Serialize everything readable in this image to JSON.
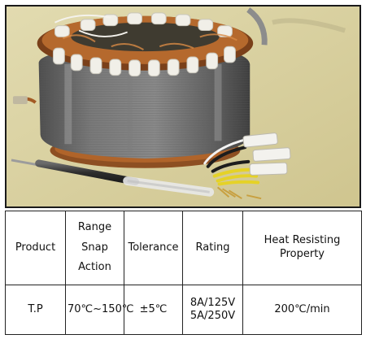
{
  "table": {
    "headers": {
      "product": "Product",
      "range_line1": "Range Snap",
      "range_line2": "Action",
      "tolerance": "Tolerance",
      "rating": "Rating",
      "heat_line1": "Heat Resisting",
      "heat_line2": "Property"
    },
    "row": {
      "product": "T.P",
      "range": "70℃~150℃",
      "tolerance": "±5℃",
      "rating_line1": "8A/125V",
      "rating_line2": "5A/250V",
      "heat": "200℃/min"
    }
  },
  "colors": {
    "background": "#d8cf9d",
    "core": "#6a6a6a",
    "copper": "#b0642a",
    "frame": "#1a1a1a"
  }
}
